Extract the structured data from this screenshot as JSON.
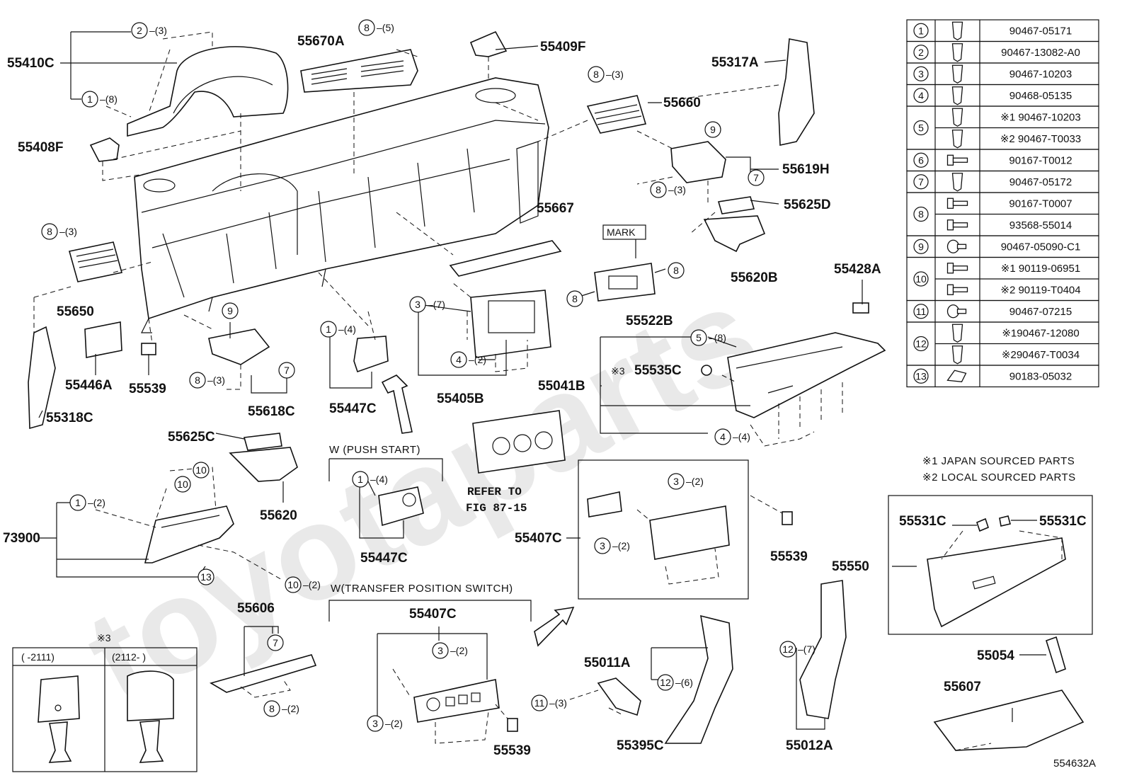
{
  "watermark": "toyotaparts",
  "figure_id": "554632A",
  "parts": {
    "p55410C": "55410C",
    "p55670A": "55670A",
    "p55409F": "55409F",
    "p55317A": "55317A",
    "p55408F": "55408F",
    "p55660": "55660",
    "p55619H": "55619H",
    "p55625D": "55625D",
    "p55667": "55667",
    "p55650": "55650",
    "p55620B": "55620B",
    "p55428A": "55428A",
    "p55522B": "55522B",
    "p55446A": "55446A",
    "p55539a": "55539",
    "p55618C": "55618C",
    "p55447Ca": "55447C",
    "p55405B": "55405B",
    "p55041B": "55041B",
    "p55535C": "55535C",
    "p55318C": "55318C",
    "p55625C": "55625C",
    "p55620": "55620",
    "p73900": "73900",
    "p55447Cb": "55447C",
    "p55407Ca": "55407C",
    "p55539b": "55539",
    "p55531Ca": "55531C",
    "p55531Cb": "55531C",
    "p55550": "55550",
    "p55606": "55606",
    "p55407Cb": "55407C",
    "p55011A": "55011A",
    "p55054": "55054",
    "p55607": "55607",
    "p55539c": "55539",
    "p55395C": "55395C",
    "p55012A": "55012A"
  },
  "labels": {
    "mark": "MARK",
    "push_start": "W (PUSH START)",
    "transfer_switch": "W(TRANSFER POSITION SWITCH)",
    "refer_to": "REFER TO",
    "refer_fig": "FIG 87-15",
    "note3_mark": "※3",
    "note3_mark_b": "※3",
    "inset_left": "(      -2111)",
    "inset_right": "(2112-      )",
    "note1": "※1  JAPAN SOURCED PARTS",
    "note2": "※2  LOCAL SOURCED PARTS"
  },
  "callouts": [
    {
      "n": "2",
      "q": "(3)"
    },
    {
      "n": "1",
      "q": "(8)"
    },
    {
      "n": "8",
      "q": "(5)"
    },
    {
      "n": "8",
      "q": "(3)"
    },
    {
      "n": "9",
      "q": ""
    },
    {
      "n": "7",
      "q": ""
    },
    {
      "n": "8",
      "q": "(3)"
    },
    {
      "n": "8",
      "q": "(3)"
    },
    {
      "n": "8",
      "q": ""
    },
    {
      "n": "8",
      "q": ""
    },
    {
      "n": "9",
      "q": ""
    },
    {
      "n": "8",
      "q": "(3)"
    },
    {
      "n": "7",
      "q": ""
    },
    {
      "n": "1",
      "q": "(4)"
    },
    {
      "n": "3",
      "q": "(7)"
    },
    {
      "n": "4",
      "q": "(2)"
    },
    {
      "n": "5",
      "q": "(8)"
    },
    {
      "n": "4",
      "q": "(4)"
    },
    {
      "n": "10",
      "q": ""
    },
    {
      "n": "10",
      "q": ""
    },
    {
      "n": "1",
      "q": "(2)"
    },
    {
      "n": "13",
      "q": ""
    },
    {
      "n": "10",
      "q": "(2)"
    },
    {
      "n": "1",
      "q": "(4)"
    },
    {
      "n": "3",
      "q": "(2)"
    },
    {
      "n": "3",
      "q": "(2)"
    },
    {
      "n": "7",
      "q": ""
    },
    {
      "n": "8",
      "q": "(2)"
    },
    {
      "n": "3",
      "q": "(2)"
    },
    {
      "n": "3",
      "q": "(2)"
    },
    {
      "n": "11",
      "q": "(3)"
    },
    {
      "n": "12",
      "q": "(6)"
    },
    {
      "n": "12",
      "q": "(7)"
    }
  ],
  "fastener_table": [
    {
      "n": "1",
      "icon": "clip-icon",
      "pn": [
        "90467-05171"
      ]
    },
    {
      "n": "2",
      "icon": "clip-icon",
      "pn": [
        "90467-13082-A0"
      ]
    },
    {
      "n": "3",
      "icon": "clip-icon",
      "pn": [
        "90467-10203"
      ]
    },
    {
      "n": "4",
      "icon": "clip-icon",
      "pn": [
        "90468-05135"
      ]
    },
    {
      "n": "5",
      "icon": "clip-icon",
      "pn": [
        "※1 90467-10203",
        "※2 90467-T0033"
      ]
    },
    {
      "n": "6",
      "icon": "screw-icon",
      "pn": [
        "90167-T0012"
      ]
    },
    {
      "n": "7",
      "icon": "clip-icon",
      "pn": [
        "90467-05172"
      ]
    },
    {
      "n": "8",
      "icon": "screw-icon",
      "pn": [
        "90167-T0007",
        "93568-55014"
      ]
    },
    {
      "n": "9",
      "icon": "push-rivet-icon",
      "pn": [
        "90467-05090-C1"
      ]
    },
    {
      "n": "10",
      "icon": "bolt-icon",
      "pn": [
        "※1 90119-06951",
        "※2 90119-T0404"
      ]
    },
    {
      "n": "11",
      "icon": "push-rivet-icon",
      "pn": [
        "90467-07215"
      ]
    },
    {
      "n": "12",
      "icon": "clip-icon",
      "pn": [
        "※190467-12080",
        "※290467-T0034"
      ]
    },
    {
      "n": "13",
      "icon": "nut-clip-icon",
      "pn": [
        "90183-05032"
      ]
    }
  ]
}
